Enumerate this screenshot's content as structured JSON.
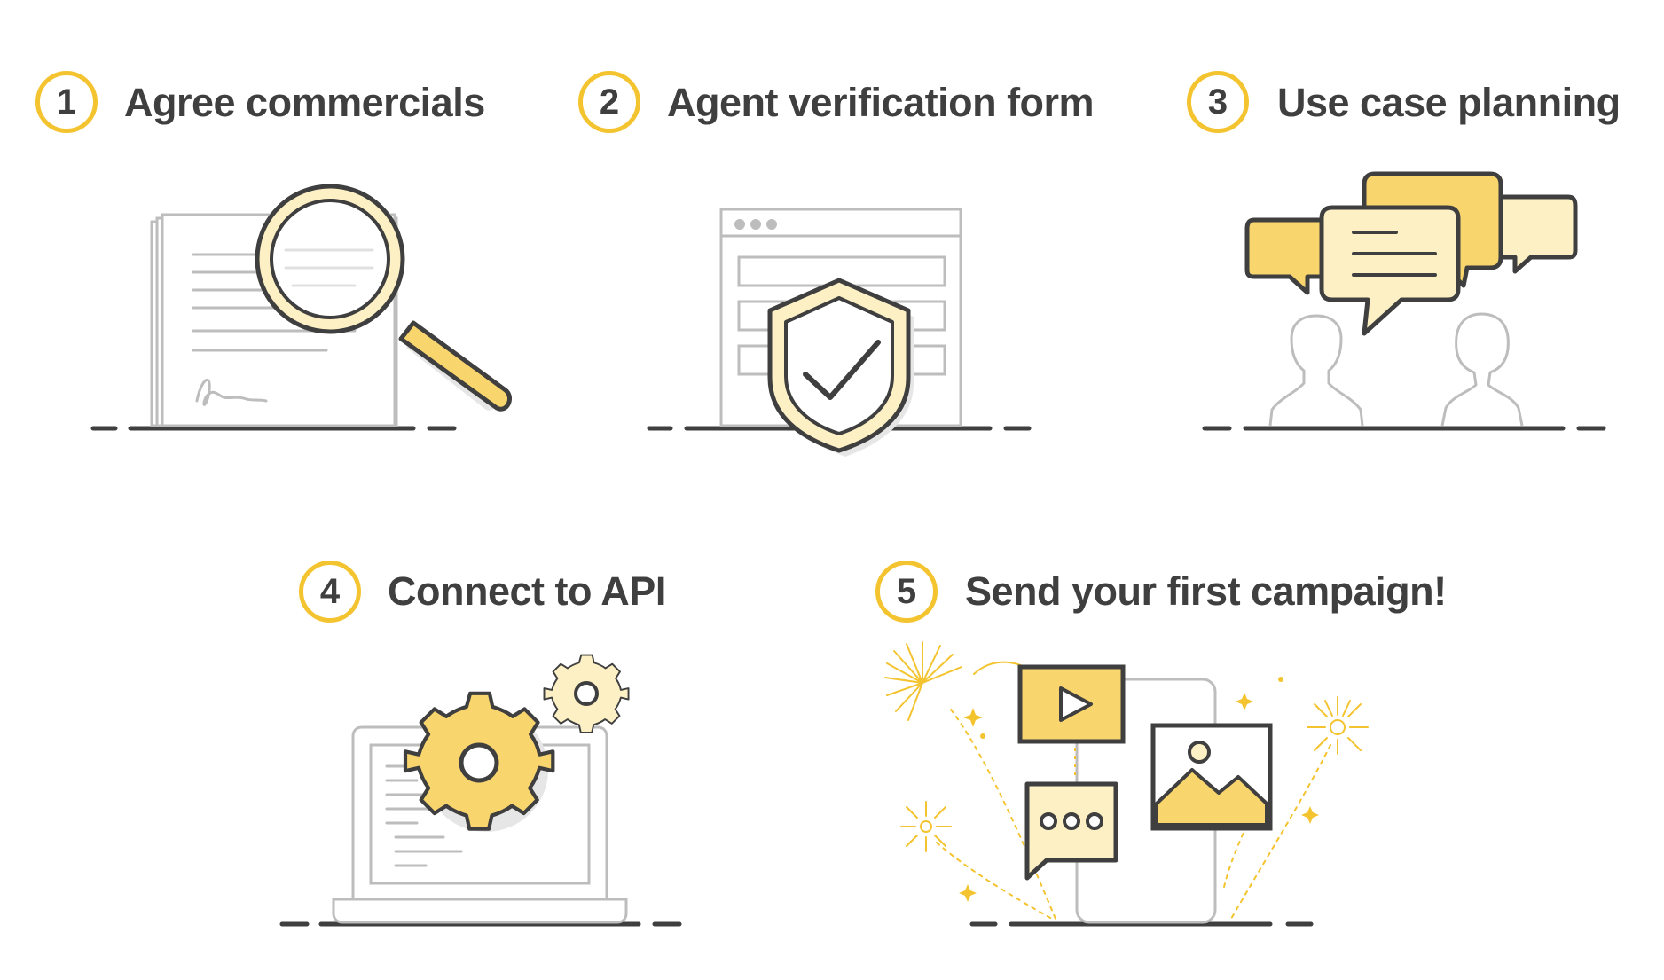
{
  "colors": {
    "accent": "#f4c430",
    "fill_primary": "#f9d56e",
    "fill_light": "#fdf0c4",
    "fill_pale": "#fff6dc",
    "outline_dark": "#3f3f3f",
    "outline_grey": "#bdbdbd",
    "text": "#3f3f3f",
    "shadow": "#e6e6e6"
  },
  "steps": [
    {
      "number": "1",
      "title": "Agree commercials",
      "icon": "contract-magnifier-icon"
    },
    {
      "number": "2",
      "title": "Agent verification form",
      "icon": "form-shield-check-icon"
    },
    {
      "number": "3",
      "title": "Use case planning",
      "icon": "people-speech-bubbles-icon"
    },
    {
      "number": "4",
      "title": "Connect to API",
      "icon": "laptop-gears-icon"
    },
    {
      "number": "5",
      "title": "Send your first campaign!",
      "icon": "phone-media-fireworks-icon"
    }
  ]
}
